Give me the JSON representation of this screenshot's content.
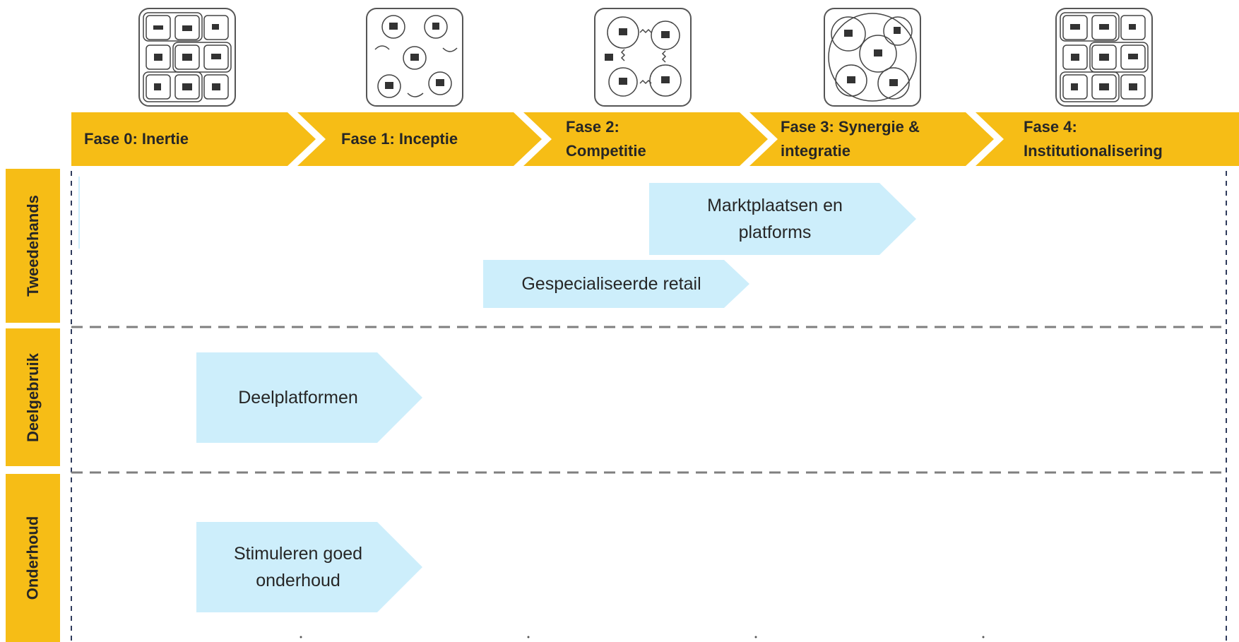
{
  "phases": [
    {
      "label": "Fase 0: Inertie",
      "icon": "grid-of-actors-icon"
    },
    {
      "label": "Fase 1: Inceptie",
      "icon": "scattered-circles-icon"
    },
    {
      "label": "Fase 2:\nCompetitie",
      "icon": "competing-clusters-icon"
    },
    {
      "label": "Fase 3: Synergie &\nintegratie",
      "icon": "overlapping-circles-icon"
    },
    {
      "label": "Fase 4:\nInstitutionalisering",
      "icon": "structured-grid-icon"
    }
  ],
  "lanes": [
    {
      "label": "Tweedehands"
    },
    {
      "label": "Deelgebruik"
    },
    {
      "label": "Onderhoud"
    }
  ],
  "actions": [
    {
      "label": "Marktplaatsen en\nplatforms",
      "lane": "Tweedehands"
    },
    {
      "label": "Gespecialiseerde retail",
      "lane": "Tweedehands"
    },
    {
      "label": "Deelplatformen",
      "lane": "Deelgebruik"
    },
    {
      "label": "Stimuleren goed\nonderhoud",
      "lane": "Onderhoud"
    }
  ],
  "colors": {
    "phase_arrow": "#f6bd16",
    "lane_label": "#f6bd16",
    "action_arrow": "#cdeefb",
    "dashed_border": "#2f3b5c",
    "lane_separator": "#7f7f7f"
  }
}
